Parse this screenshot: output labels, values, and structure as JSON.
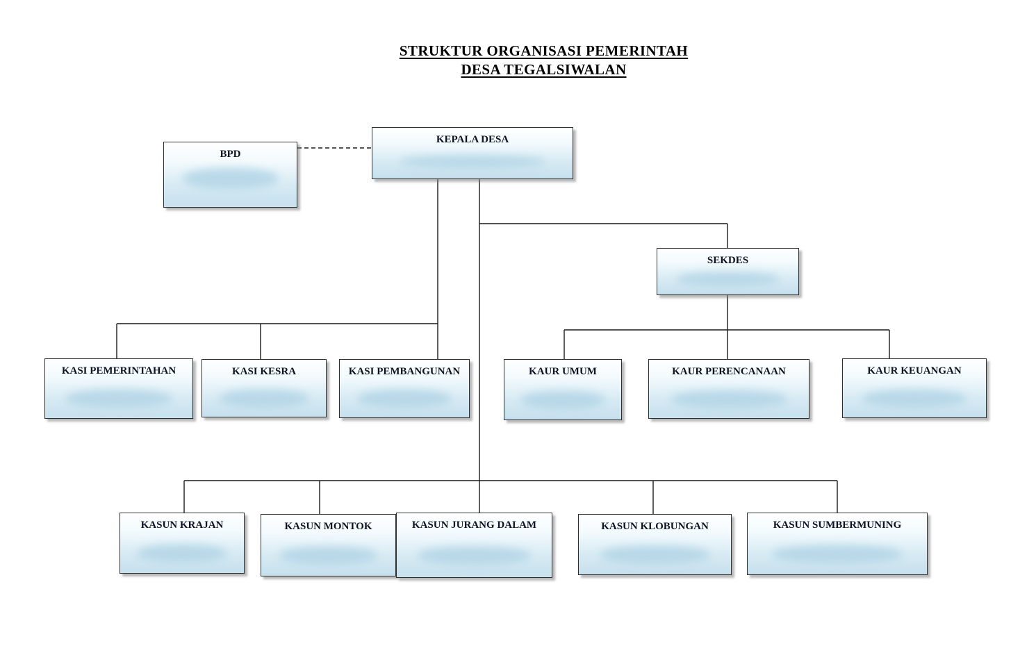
{
  "title": {
    "line1": "STRUKTUR ORGANISASI PEMERINTAH",
    "line2": "DESA TEGALSIWALAN"
  },
  "nodes": {
    "kepala_desa": {
      "label": "KEPALA DESA"
    },
    "bpd": {
      "label": "BPD"
    },
    "sekdes": {
      "label": "SEKDES"
    },
    "kasi_pemerintahan": {
      "label": "KASI PEMERINTAHAN"
    },
    "kasi_kesra": {
      "label": "KASI KESRA"
    },
    "kasi_pembangunan": {
      "label": "KASI PEMBANGUNAN"
    },
    "kaur_umum": {
      "label": "KAUR UMUM"
    },
    "kaur_perencanaan": {
      "label": "KAUR PERENCANAAN"
    },
    "kaur_keuangan": {
      "label": "KAUR KEUANGAN"
    },
    "kasun_krajan": {
      "label": "KASUN KRAJAN"
    },
    "kasun_montok": {
      "label": "KASUN MONTOK"
    },
    "kasun_jurang_dalam": {
      "label": "KASUN JURANG DALAM"
    },
    "kasun_klobungan": {
      "label": "KASUN KLOBUNGAN"
    },
    "kasun_sumbermuning": {
      "label": "KASUN SUMBERMUNING"
    }
  },
  "colors": {
    "box_fill_top": "#ffffff",
    "box_fill_bottom": "#c6e0ed",
    "box_border": "#2e2e2e",
    "connector_line": "#1a1a1a",
    "text": "#0d1322"
  }
}
